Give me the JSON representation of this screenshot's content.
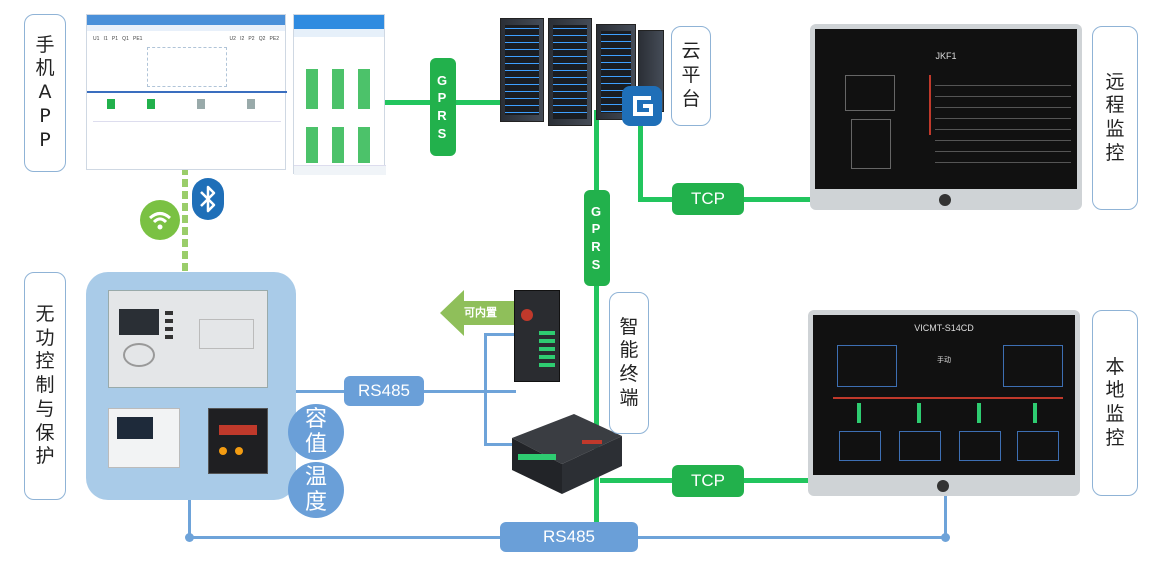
{
  "labels": {
    "mobile_app": "手机APP",
    "cloud_platform": "云平台",
    "remote_monitor": "远程监控",
    "reactive_control": "无功控制与保护",
    "smart_terminal": "智能终端",
    "local_monitor": "本地监控"
  },
  "connections": {
    "gprs_top": "GPRS",
    "gprs_mid": "GPRS",
    "tcp_top": "TCP",
    "tcp_bottom": "TCP",
    "rs485_mid": "RS485",
    "rs485_bottom": "RS485",
    "builtin_arrow": "可内置"
  },
  "badges": {
    "capacitance": "容值",
    "temperature": "温度"
  },
  "remote_screen": {
    "title": "JKF1"
  },
  "local_screen": {
    "title": "VICMT-S14CD",
    "mode": "手动"
  },
  "colors": {
    "link_green": "#22c55e",
    "link_blue": "#6ea3d9",
    "tag_green": "#22b14c",
    "tag_blue": "#6a9fd8",
    "panel_blue": "#a9cbe8"
  },
  "icons": [
    "wifi-icon",
    "bluetooth-icon",
    "cloud-logo-icon",
    "apple-logo-icon"
  ]
}
